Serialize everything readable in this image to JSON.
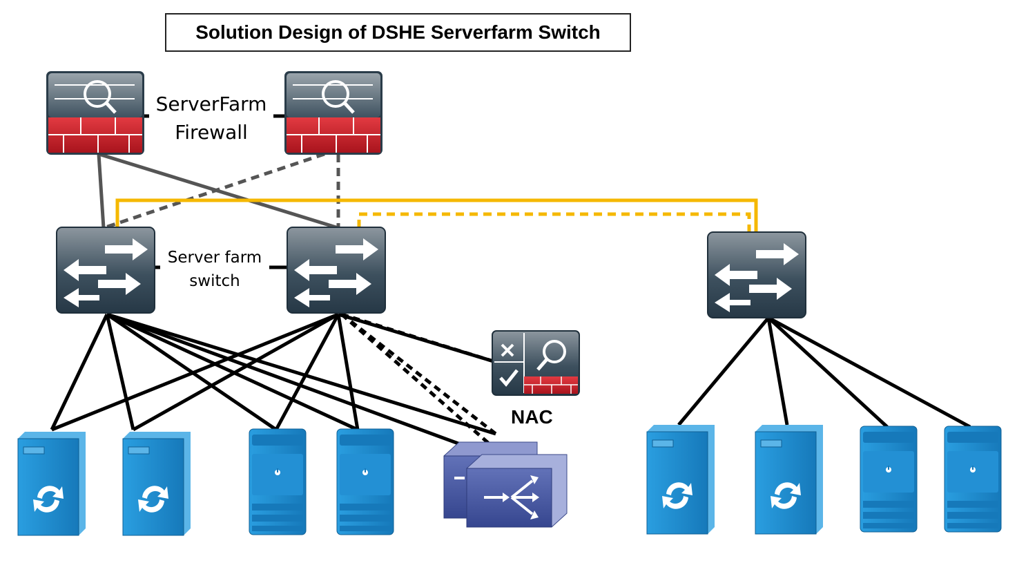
{
  "title": "Solution Design of DSHE Serverfarm Switch",
  "labels": {
    "firewall_line1": "ServerFarm",
    "firewall_line2": "Firewall",
    "switch_line1": "Server farm",
    "switch_line2": "switch",
    "nac": "NAC"
  },
  "colors": {
    "link_black": "#000000",
    "link_gray": "#555555",
    "link_yellow": "#f5b800",
    "firewall_red": "#c7252f",
    "device_dark": "#2f4554",
    "server_blue": "#1a8ccf",
    "nac_purple": "#4657a1"
  },
  "icons": {
    "firewall": "firewall-icon",
    "switch": "switch-icon",
    "nac_appliance": "nac-appliance-icon",
    "nac_server": "nac-server-icon",
    "server": "server-icon"
  }
}
